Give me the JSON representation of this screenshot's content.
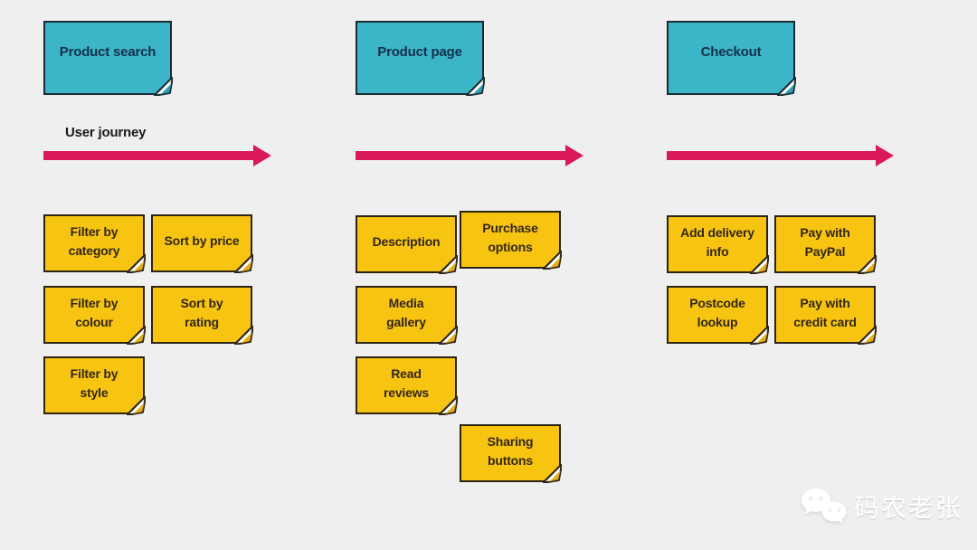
{
  "colors": {
    "bg": "#efefef",
    "stage-fill": "#3db5c8",
    "stage-border": "#1b2a33",
    "stage-text": "#14304a",
    "stage-tip": "#2f9fb1",
    "note-fill": "#f7c511",
    "note-border": "#2e2214",
    "note-text": "#33261a",
    "note-tip": "#e2ae0e",
    "arrow": "#d9195a",
    "label-text": "#1a1a1a"
  },
  "journey": {
    "label": "User journey"
  },
  "stages": [
    {
      "label": "Product search"
    },
    {
      "label": "Product page"
    },
    {
      "label": "Checkout"
    }
  ],
  "columns": [
    {
      "notes": [
        "Filter by\ncategory",
        "Sort by price",
        "Filter by\ncolour",
        "Sort by\nrating",
        "Filter by\nstyle"
      ]
    },
    {
      "notes": [
        "Description",
        "Purchase\noptions",
        "Media\ngallery",
        "Read\nreviews",
        "Sharing\nbuttons"
      ]
    },
    {
      "notes": [
        "Add delivery\ninfo",
        "Pay with\nPayPal",
        "Postcode\nlookup",
        "Pay with\ncredit card"
      ]
    }
  ],
  "watermark": {
    "text": "码农老张",
    "icon": "wechat-logo"
  }
}
